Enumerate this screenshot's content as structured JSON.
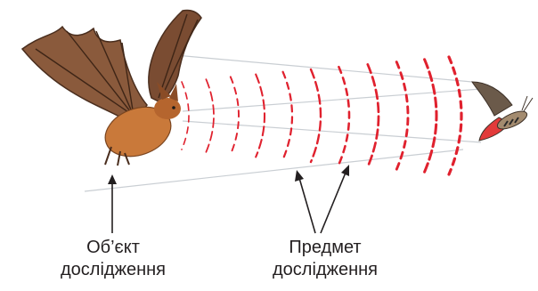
{
  "labels": {
    "object": {
      "line1": "Об’єкт",
      "line2": "дослідження"
    },
    "subject": {
      "line1": "Предмет",
      "line2": "дослідження"
    }
  },
  "colors": {
    "waves": "#e0212e",
    "arrows": "#231f20",
    "beam": "#c9ced3",
    "bat_wing": "#8a5a3c",
    "bat_body": "#c9793a",
    "moth_wing": "#6b5a4a",
    "moth_accent": "#e23a3a"
  },
  "icons": {
    "bat": "bat-illustration",
    "moth": "moth-illustration"
  }
}
